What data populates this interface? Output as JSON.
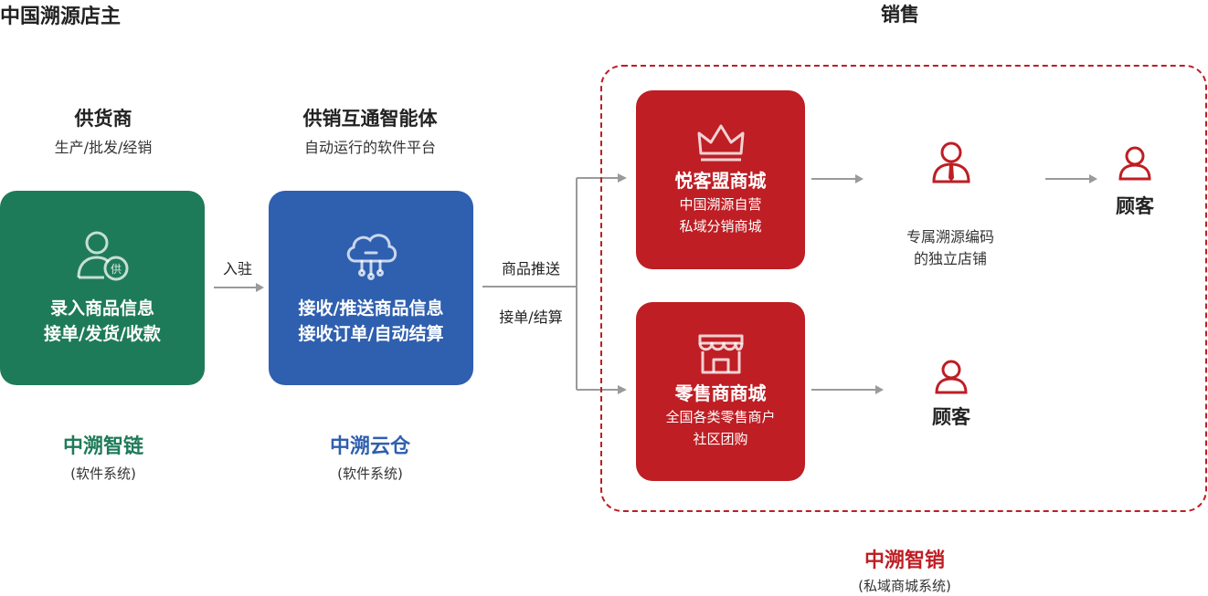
{
  "sales": {
    "title": "销售"
  },
  "supplier": {
    "title": "供货商",
    "subtitle": "生产/批发/经销",
    "card_line1": "录入商品信息",
    "card_line2": "接单/发货/收款",
    "icon": "supplier-user-icon",
    "brand": "中溯智链",
    "brand_note": "(软件系统)"
  },
  "arrow1": {
    "label": "入驻"
  },
  "platform": {
    "title": "供销互通智能体",
    "subtitle": "自动运行的软件平台",
    "card_line1": "接收/推送商品信息",
    "card_line2": "接收订单/自动结算",
    "icon": "cloud-icon",
    "brand": "中溯云仓",
    "brand_note": "(软件系统)"
  },
  "branch": {
    "label_top": "商品推送",
    "label_bottom": "接单/结算"
  },
  "mall1": {
    "icon": "crown-icon",
    "title": "悦客盟商城",
    "line1": "中国溯源自营",
    "line2": "私域分销商城"
  },
  "shop_owner": {
    "icon": "owner-icon",
    "title": "中国溯源店主",
    "line1": "专属溯源编码",
    "line2": "的独立店铺"
  },
  "customer1": {
    "icon": "customer-icon",
    "label": "顾客"
  },
  "mall2": {
    "icon": "store-icon",
    "title": "零售商商城",
    "line1": "全国各类零售商户",
    "line2": "社区团购"
  },
  "customer2": {
    "icon": "customer-icon",
    "label": "顾客"
  },
  "bottom_brand": {
    "name": "中溯智销",
    "note": "(私域商城系统)"
  },
  "colors": {
    "green": "#1e7b59",
    "blue": "#2f5faf",
    "red": "#be1e24",
    "arrow": "#9a9a9a"
  }
}
